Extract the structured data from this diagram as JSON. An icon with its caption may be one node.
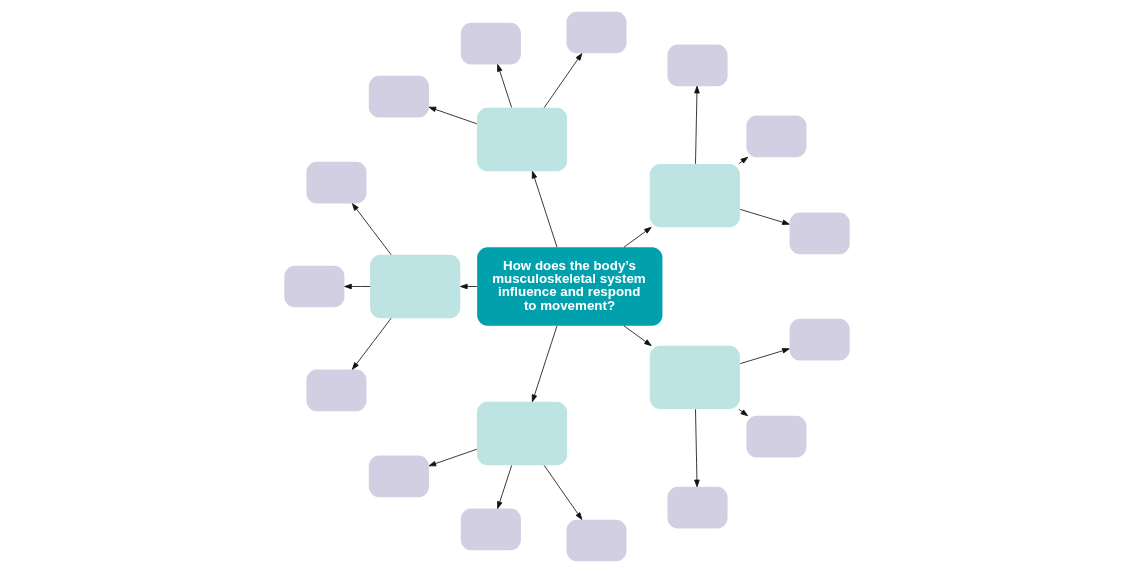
{
  "diagram": {
    "nodes": [
      {
        "text": [
          "How does the body’s musculoskeletal system influence and respond to movement?"
        ]
      },
      {
        "text": [],
        "shape": "box"
      },
      {
        "text": [],
        "shape": "box"
      },
      {
        "text": [],
        "shape": "box"
      },
      {
        "text": [],
        "shape": "box"
      },
      {
        "text": [],
        "shape": "box"
      },
      {
        "text": [],
        "shape": "box"
      },
      {
        "text": [],
        "shape": "box"
      },
      {
        "text": [],
        "shape": "box"
      },
      {
        "text": [],
        "shape": "box"
      },
      {
        "text": [],
        "shape": "box"
      },
      {
        "text": [],
        "shape": "box"
      },
      {
        "text": [],
        "shape": "box"
      },
      {
        "text": [],
        "shape": "box"
      },
      {
        "text": [],
        "shape": "box"
      },
      {
        "text": [],
        "shape": "box"
      },
      {
        "text": [],
        "shape": "box"
      },
      {
        "text": [],
        "shape": "box"
      },
      {
        "text": [],
        "shape": "box"
      },
      {
        "text": [],
        "shape": "box"
      },
      {
        "text": [],
        "shape": "box"
      }
    ],
    "edges": [
      {
        "from": 0,
        "to": 1,
        "arrow": "to"
      },
      {
        "from": 0,
        "to": 2,
        "arrow": "to"
      },
      {
        "from": 0,
        "to": 3,
        "arrow": "to"
      },
      {
        "from": 0,
        "to": 4,
        "arrow": "to"
      },
      {
        "from": 0,
        "to": 5,
        "arrow": "to"
      },
      {
        "from": 1,
        "to": 6,
        "arrow": "to"
      },
      {
        "from": 1,
        "to": 7,
        "arrow": "to"
      },
      {
        "from": 1,
        "to": 8,
        "arrow": "to"
      },
      {
        "from": 2,
        "to": 9,
        "arrow": "to"
      },
      {
        "from": 2,
        "to": 10,
        "arrow": "to"
      },
      {
        "from": 2,
        "to": 11,
        "arrow": "to"
      },
      {
        "from": 3,
        "to": 12,
        "arrow": "to"
      },
      {
        "from": 3,
        "to": 13,
        "arrow": "to"
      },
      {
        "from": 3,
        "to": 14,
        "arrow": "to"
      },
      {
        "from": 4,
        "to": 15,
        "arrow": "to"
      },
      {
        "from": 4,
        "to": 16,
        "arrow": "to"
      },
      {
        "from": 4,
        "to": 17,
        "arrow": "to"
      },
      {
        "from": 5,
        "to": 18,
        "arrow": "to"
      },
      {
        "from": 5,
        "to": 19,
        "arrow": "to"
      },
      {
        "from": 5,
        "to": 20,
        "arrow": "to"
      }
    ]
  }
}
